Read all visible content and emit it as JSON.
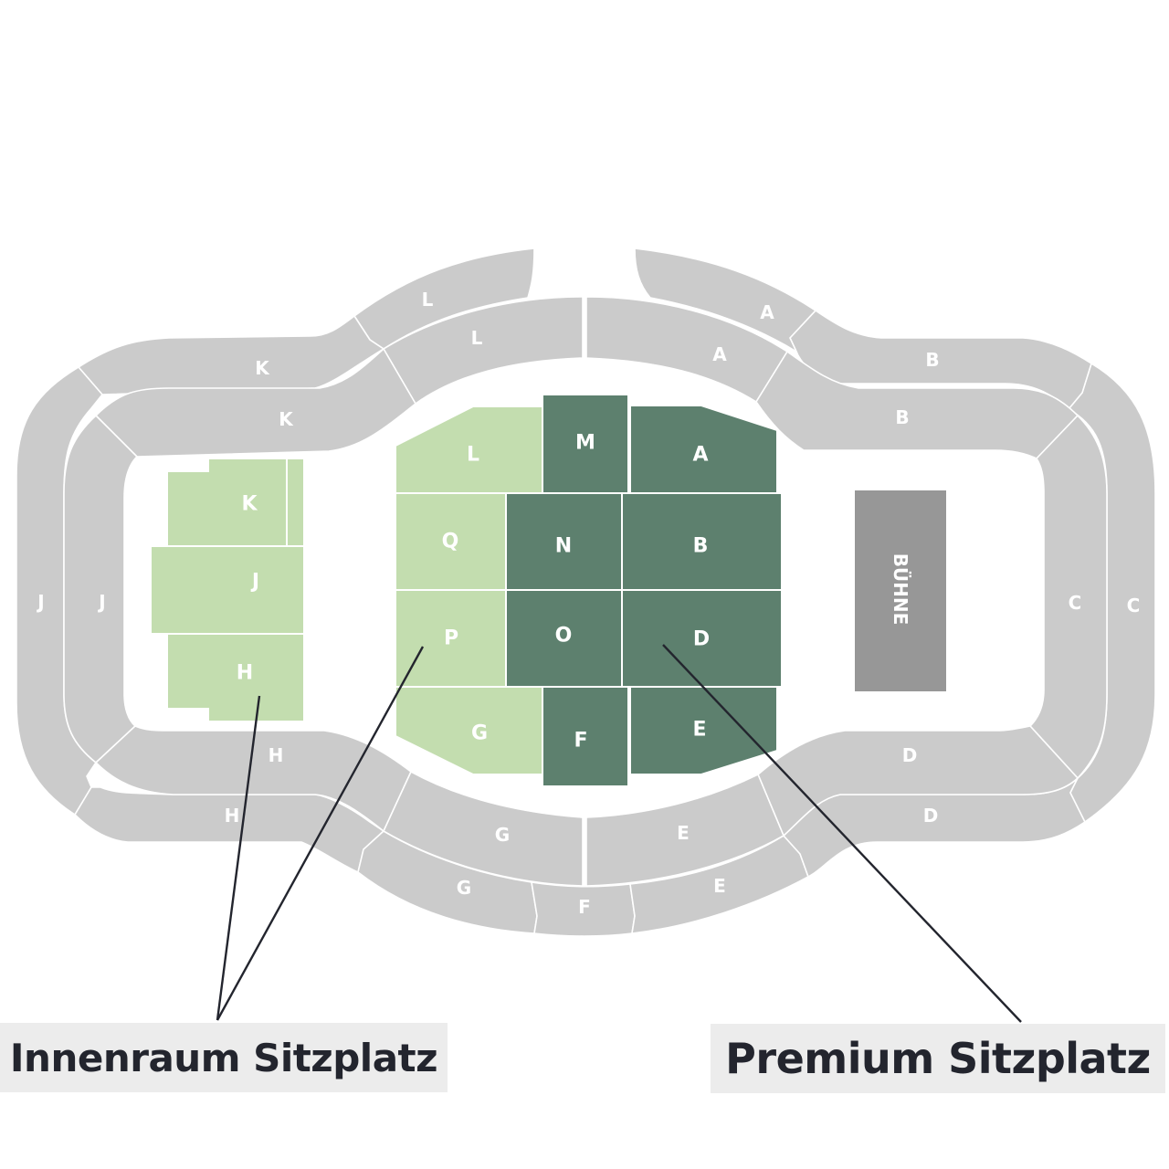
{
  "stage": {
    "label": "BÜHNE"
  },
  "tiers": [
    {
      "id": "upper-L",
      "label": "L"
    },
    {
      "id": "upper-A",
      "label": "A"
    },
    {
      "id": "upper-K",
      "label": "K"
    },
    {
      "id": "upper-B",
      "label": "B"
    },
    {
      "id": "upper-J",
      "label": "J"
    },
    {
      "id": "upper-C",
      "label": "C"
    },
    {
      "id": "upper-H",
      "label": "H"
    },
    {
      "id": "upper-D",
      "label": "D"
    },
    {
      "id": "upper-G",
      "label": "G"
    },
    {
      "id": "upper-F",
      "label": "F"
    },
    {
      "id": "upper-E",
      "label": "E"
    },
    {
      "id": "lower-L",
      "label": "L"
    },
    {
      "id": "lower-A",
      "label": "A"
    },
    {
      "id": "lower-K",
      "label": "K"
    },
    {
      "id": "lower-B",
      "label": "B"
    },
    {
      "id": "lower-J",
      "label": "J"
    },
    {
      "id": "lower-C",
      "label": "C"
    },
    {
      "id": "lower-H",
      "label": "H"
    },
    {
      "id": "lower-D",
      "label": "D"
    },
    {
      "id": "lower-G",
      "label": "G"
    },
    {
      "id": "lower-E",
      "label": "E"
    }
  ],
  "floor_blocks": [
    {
      "label": "K",
      "category": "innenraum"
    },
    {
      "label": "J",
      "category": "innenraum"
    },
    {
      "label": "H",
      "category": "innenraum"
    },
    {
      "label": "L",
      "category": "innenraum"
    },
    {
      "label": "Q",
      "category": "innenraum"
    },
    {
      "label": "P",
      "category": "innenraum"
    },
    {
      "label": "G",
      "category": "innenraum"
    },
    {
      "label": "M",
      "category": "premium"
    },
    {
      "label": "A",
      "category": "premium"
    },
    {
      "label": "N",
      "category": "premium"
    },
    {
      "label": "B",
      "category": "premium"
    },
    {
      "label": "O",
      "category": "premium"
    },
    {
      "label": "D",
      "category": "premium"
    },
    {
      "label": "F",
      "category": "premium"
    },
    {
      "label": "E",
      "category": "premium"
    }
  ],
  "legend": {
    "innenraum": "Innenraum Sitzplatz",
    "premium": "Premium Sitzplatz"
  },
  "colors": {
    "innenraum": "#c3ddaf",
    "premium": "#5d806e",
    "tiers": "#cbcbcb",
    "stage": "#979797",
    "legend_bg": "#ececec",
    "legend_text": "#23252e"
  }
}
